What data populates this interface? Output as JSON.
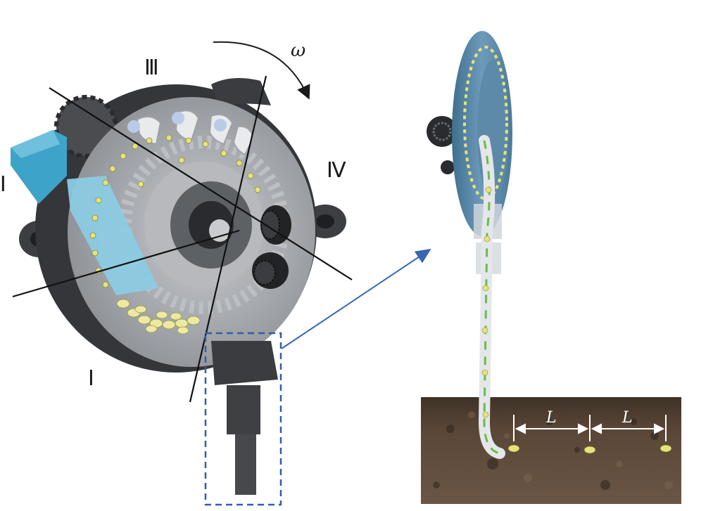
{
  "labels": {
    "zone_1": "Ⅰ",
    "zone_2": "Ⅱ",
    "zone_3": "Ⅲ",
    "zone_4": "Ⅳ",
    "rotation": "ω",
    "spacing_1": "L",
    "spacing_2": "L"
  },
  "colors": {
    "housing": "#3a3c40",
    "disc": "#9a9da2",
    "guard": "#7fc6df",
    "seed": "#e6e37a",
    "soil": "#5a4636",
    "connector": "#2f5fa8",
    "tube_stripe": "#6cba4a"
  },
  "icons": {
    "rotation_arrow": "curved-arrow-clockwise",
    "spacing_arrows": "double-headed-arrow"
  }
}
